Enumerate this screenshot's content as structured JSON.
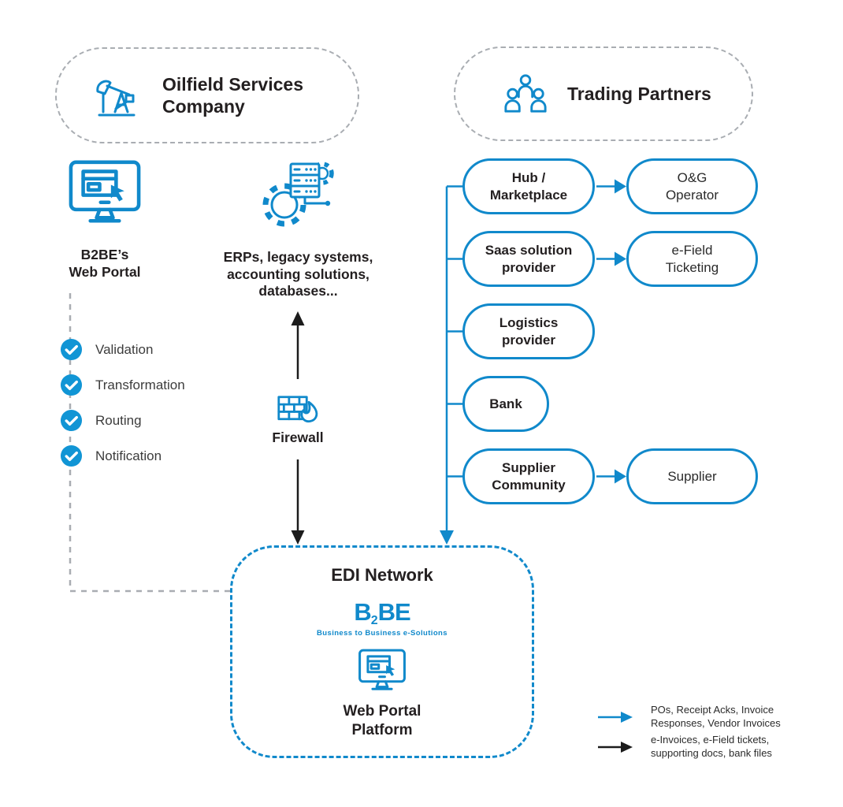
{
  "colors": {
    "blue": "#1089cb",
    "check_blue": "#1195d5",
    "dash_gray": "#a9adb2",
    "arrow_black": "#1c1c1c",
    "text_dark": "#231f20"
  },
  "oilfield": {
    "title": "Oilfield Services\nCompany"
  },
  "trading": {
    "title": "Trading Partners"
  },
  "web_portal": {
    "label": "B2BE’s\nWeb Portal"
  },
  "erps": {
    "label": "ERPs, legacy systems,\naccounting solutions,\ndatabases..."
  },
  "services": {
    "items": [
      "Validation",
      "Transformation",
      "Routing",
      "Notification"
    ]
  },
  "firewall": {
    "label": "Firewall"
  },
  "partners": {
    "rows": [
      {
        "source": "Hub /\nMarketplace",
        "target": "O&G\nOperator"
      },
      {
        "source": "Saas solution\nprovider",
        "target": "e-Field\nTicketing"
      },
      {
        "source": "Logistics\nprovider"
      },
      {
        "source": "Bank"
      },
      {
        "source": "Supplier\nCommunity",
        "target": "Supplier"
      }
    ]
  },
  "edi": {
    "title": "EDI Network",
    "logo": {
      "prefix": "B",
      "sub": "2",
      "suffix": "BE",
      "tagline": "Business to Business e-Solutions"
    },
    "platform_label": "Web Portal\nPlatform"
  },
  "legend": {
    "blue_text": "POs, Receipt Acks, Invoice\nResponses, Vendor Invoices",
    "black_text": "e-Invoices, e-Field tickets,\nsupporting docs, bank files"
  }
}
